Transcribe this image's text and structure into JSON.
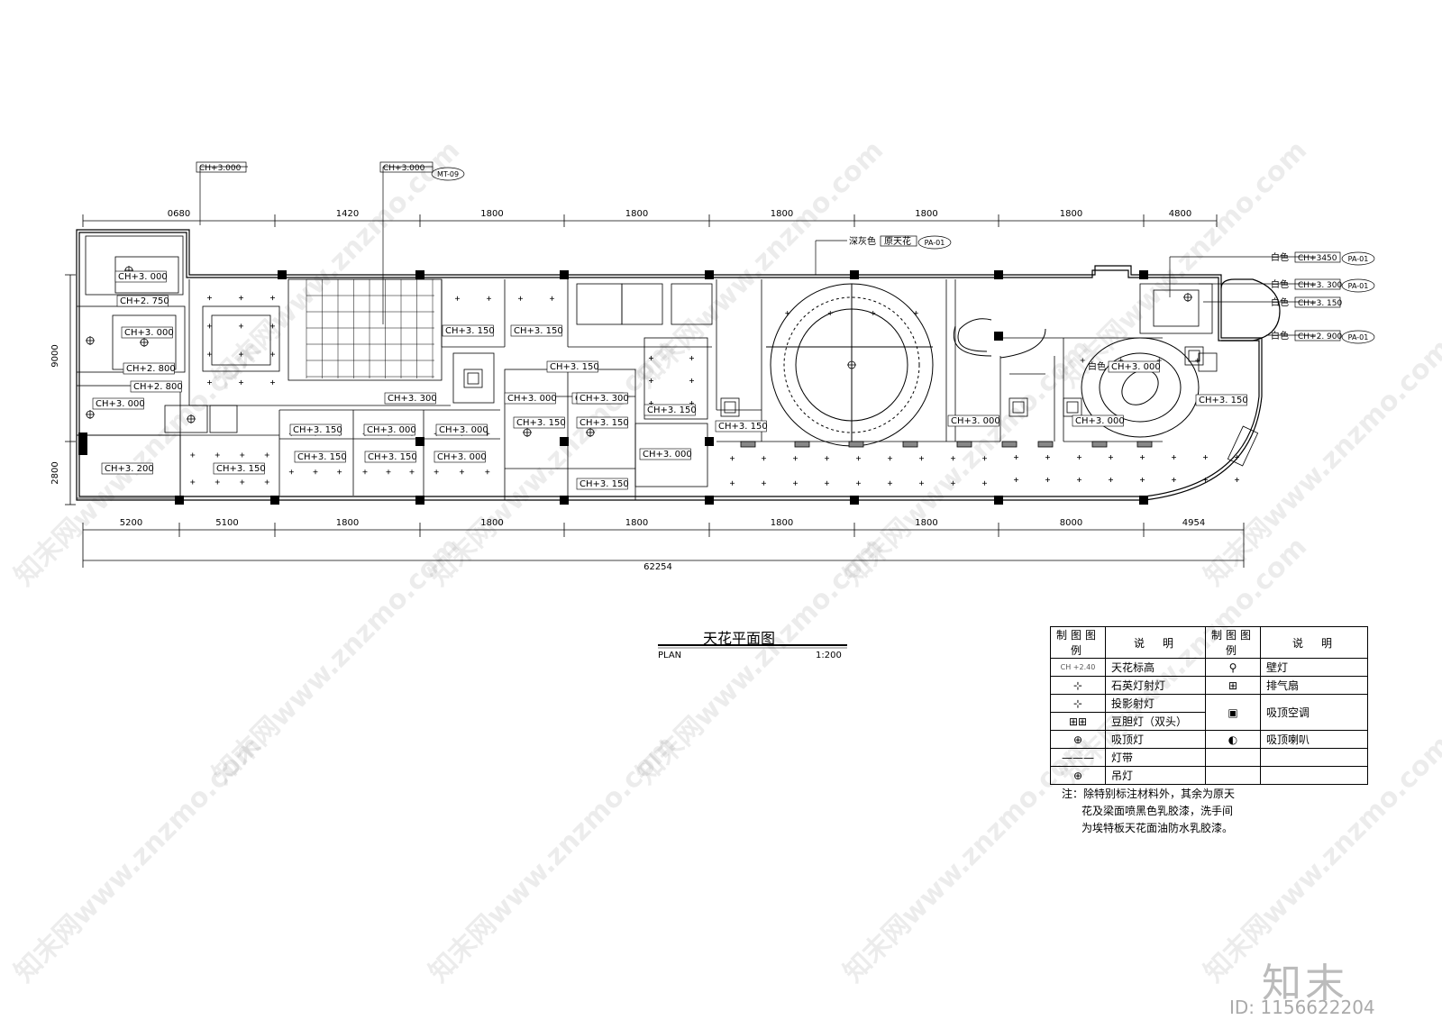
{
  "title": "天花平面图",
  "plan_label": "PLAN",
  "scale": "1:200",
  "top_dims": [
    "0680",
    "1420",
    "1800",
    "1800",
    "1800",
    "1800",
    "1800",
    "4800"
  ],
  "bottom_dims": [
    "5200",
    "5100",
    "1800",
    "1800",
    "1800",
    "1800",
    "1800",
    "8000",
    "4954"
  ],
  "total_dim": "62254",
  "side_dims": [
    "9000",
    "2800"
  ],
  "callouts": {
    "tl": "CH+3.000",
    "tl2": "CH+3.000",
    "tl2_tag": "MT-09",
    "mid_color": "深灰色",
    "mid_mat": "原天花",
    "mid_tag": "PA-01",
    "r1_color": "白色",
    "r1": "CH+3450",
    "r1_tag": "PA-01",
    "r2_color": "白色",
    "r2": "CH+3. 300",
    "r2_tag": "PA-01",
    "r3_color": "白色",
    "r3": "CH+3. 150",
    "r4_color": "白色",
    "r4": "CH+2. 900",
    "r4_tag": "PA-01"
  },
  "room_labels": [
    "CH+3. 000",
    "CH+2. 750",
    "CH+3. 000",
    "CH+2. 800",
    "CH+2. 800",
    "CH+3. 000",
    "CH+3. 200",
    "CH+3. 150",
    "CH+3. 150",
    "CH+3. 150",
    "CH+3. 150",
    "CH+3. 000",
    "CH+3. 000",
    "CH+3. 000",
    "CH+3. 150",
    "CH+3. 150",
    "CH+3. 150",
    "CH+3. 150",
    "CH+3. 150",
    "CH+3. 000",
    "CH+3. 000",
    "CH+3. 150",
    "CH+3. 150",
    "CH+3. 000",
    "CH+3. 000",
    "CH+3. 300",
    "CH+3. 150",
    "CH+3. 150",
    "CH+3. 150",
    "CH+3. 000",
    "CH+3. 300"
  ],
  "legend": {
    "headers": [
      "制图图例",
      "说　明",
      "制图图例",
      "说　明"
    ],
    "left": [
      {
        "sym": "CH +2.40",
        "desc": "天花标高"
      },
      {
        "sym": "⊹",
        "desc": "石英灯射灯"
      },
      {
        "sym": "⊹",
        "desc": "投影射灯"
      },
      {
        "sym": "⊞⊞",
        "desc": "豆胆灯（双头）"
      },
      {
        "sym": "⊕",
        "desc": "吸顶灯"
      },
      {
        "sym": "———",
        "desc": "灯带"
      },
      {
        "sym": "⊕",
        "desc": "吊灯"
      }
    ],
    "right": [
      {
        "sym": "⚲",
        "desc": "壁灯"
      },
      {
        "sym": "⊞",
        "desc": "排气扇"
      },
      {
        "sym": "▣",
        "desc": "吸顶空调"
      },
      {
        "sym": "◐",
        "desc": "吸顶喇叭"
      }
    ]
  },
  "note_lines": [
    "注：除特别标注材料外，其余为原天",
    "花及梁面喷黑色乳胶漆，洗手间",
    "为埃特板天花面油防水乳胶漆。"
  ],
  "watermark": "知末网www.znzmo.com",
  "brand": "知末",
  "image_id": "ID: 1156622204"
}
